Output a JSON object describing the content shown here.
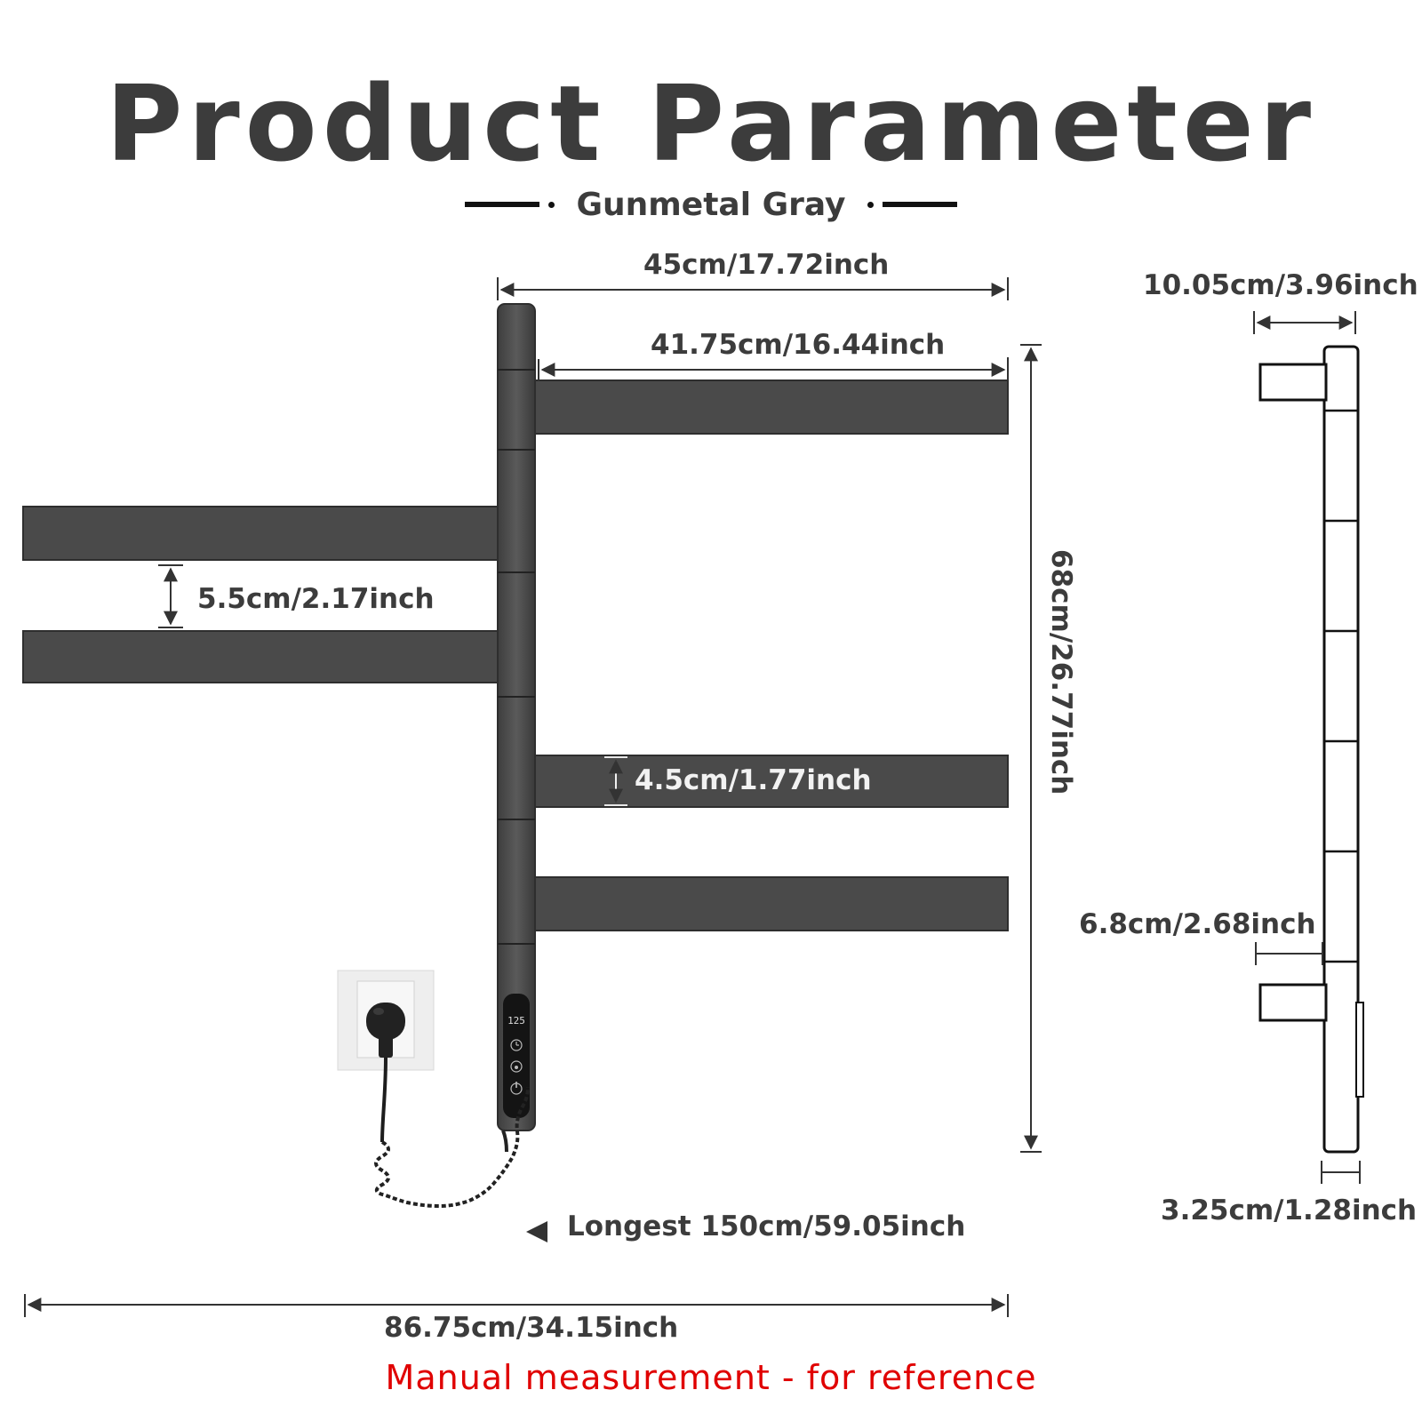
{
  "header": {
    "title": "Product Parameter",
    "color_name": "Gunmetal Gray"
  },
  "dimensions": {
    "overall_width": "45cm/17.72inch",
    "bar_length": "41.75cm/16.44inch",
    "height": "68cm/26.77inch",
    "bar_gap": "5.5cm/2.17inch",
    "bar_height": "4.5cm/1.77inch",
    "cable": "Longest 150cm/59.05inch",
    "span_width": "86.75cm/34.15inch",
    "side_depth": "10.05cm/3.96inch",
    "side_bracket": "6.8cm/2.68inch",
    "side_thickness": "3.25cm/1.28inch"
  },
  "control_panel": {
    "display": "125"
  },
  "footer": {
    "note": "Manual measurement - for reference"
  },
  "colors": {
    "gunmetal": "#4a4a4a",
    "accent_note": "#e00000",
    "text": "#3c3c3c"
  }
}
